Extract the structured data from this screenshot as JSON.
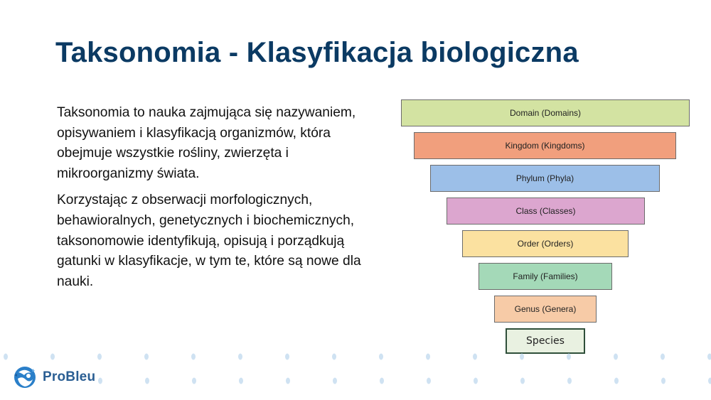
{
  "slide": {
    "title": "Taksonomia - Klasyfikacja biologiczna",
    "paragraphs": [
      "Taksonomia to nauka zajmująca się nazywaniem, opisywaniem i klasyfikacją organizmów, która obejmuje wszystkie rośliny, zwierzęta i mikroorganizmy świata.",
      "Korzystając z obserwacji morfologicznych, behawioralnych, genetycznych i biochemicznych, taksonomowie identyfikują, opisują i porządkują gatunki w klasyfikacje, w tym te, które są nowe dla nauki."
    ]
  },
  "pyramid": {
    "levels": [
      {
        "label": "Domain (Domains)",
        "color": "#d3e3a2"
      },
      {
        "label": "Kingdom (Kingdoms)",
        "color": "#f19f7d"
      },
      {
        "label": "Phylum (Phyla)",
        "color": "#9cbfe8"
      },
      {
        "label": "Class (Classes)",
        "color": "#dca6cf"
      },
      {
        "label": "Order (Orders)",
        "color": "#fbe1a0"
      },
      {
        "label": "Family (Families)",
        "color": "#a4d9b8"
      },
      {
        "label": "Genus (Genera)",
        "color": "#f7cba7"
      },
      {
        "label": "Species",
        "color": "#e9f1e1"
      }
    ]
  },
  "branding": {
    "logo_text": "ProBleu",
    "accent_color": "#2a7fc9",
    "dot_color": "#cfe2f2"
  }
}
